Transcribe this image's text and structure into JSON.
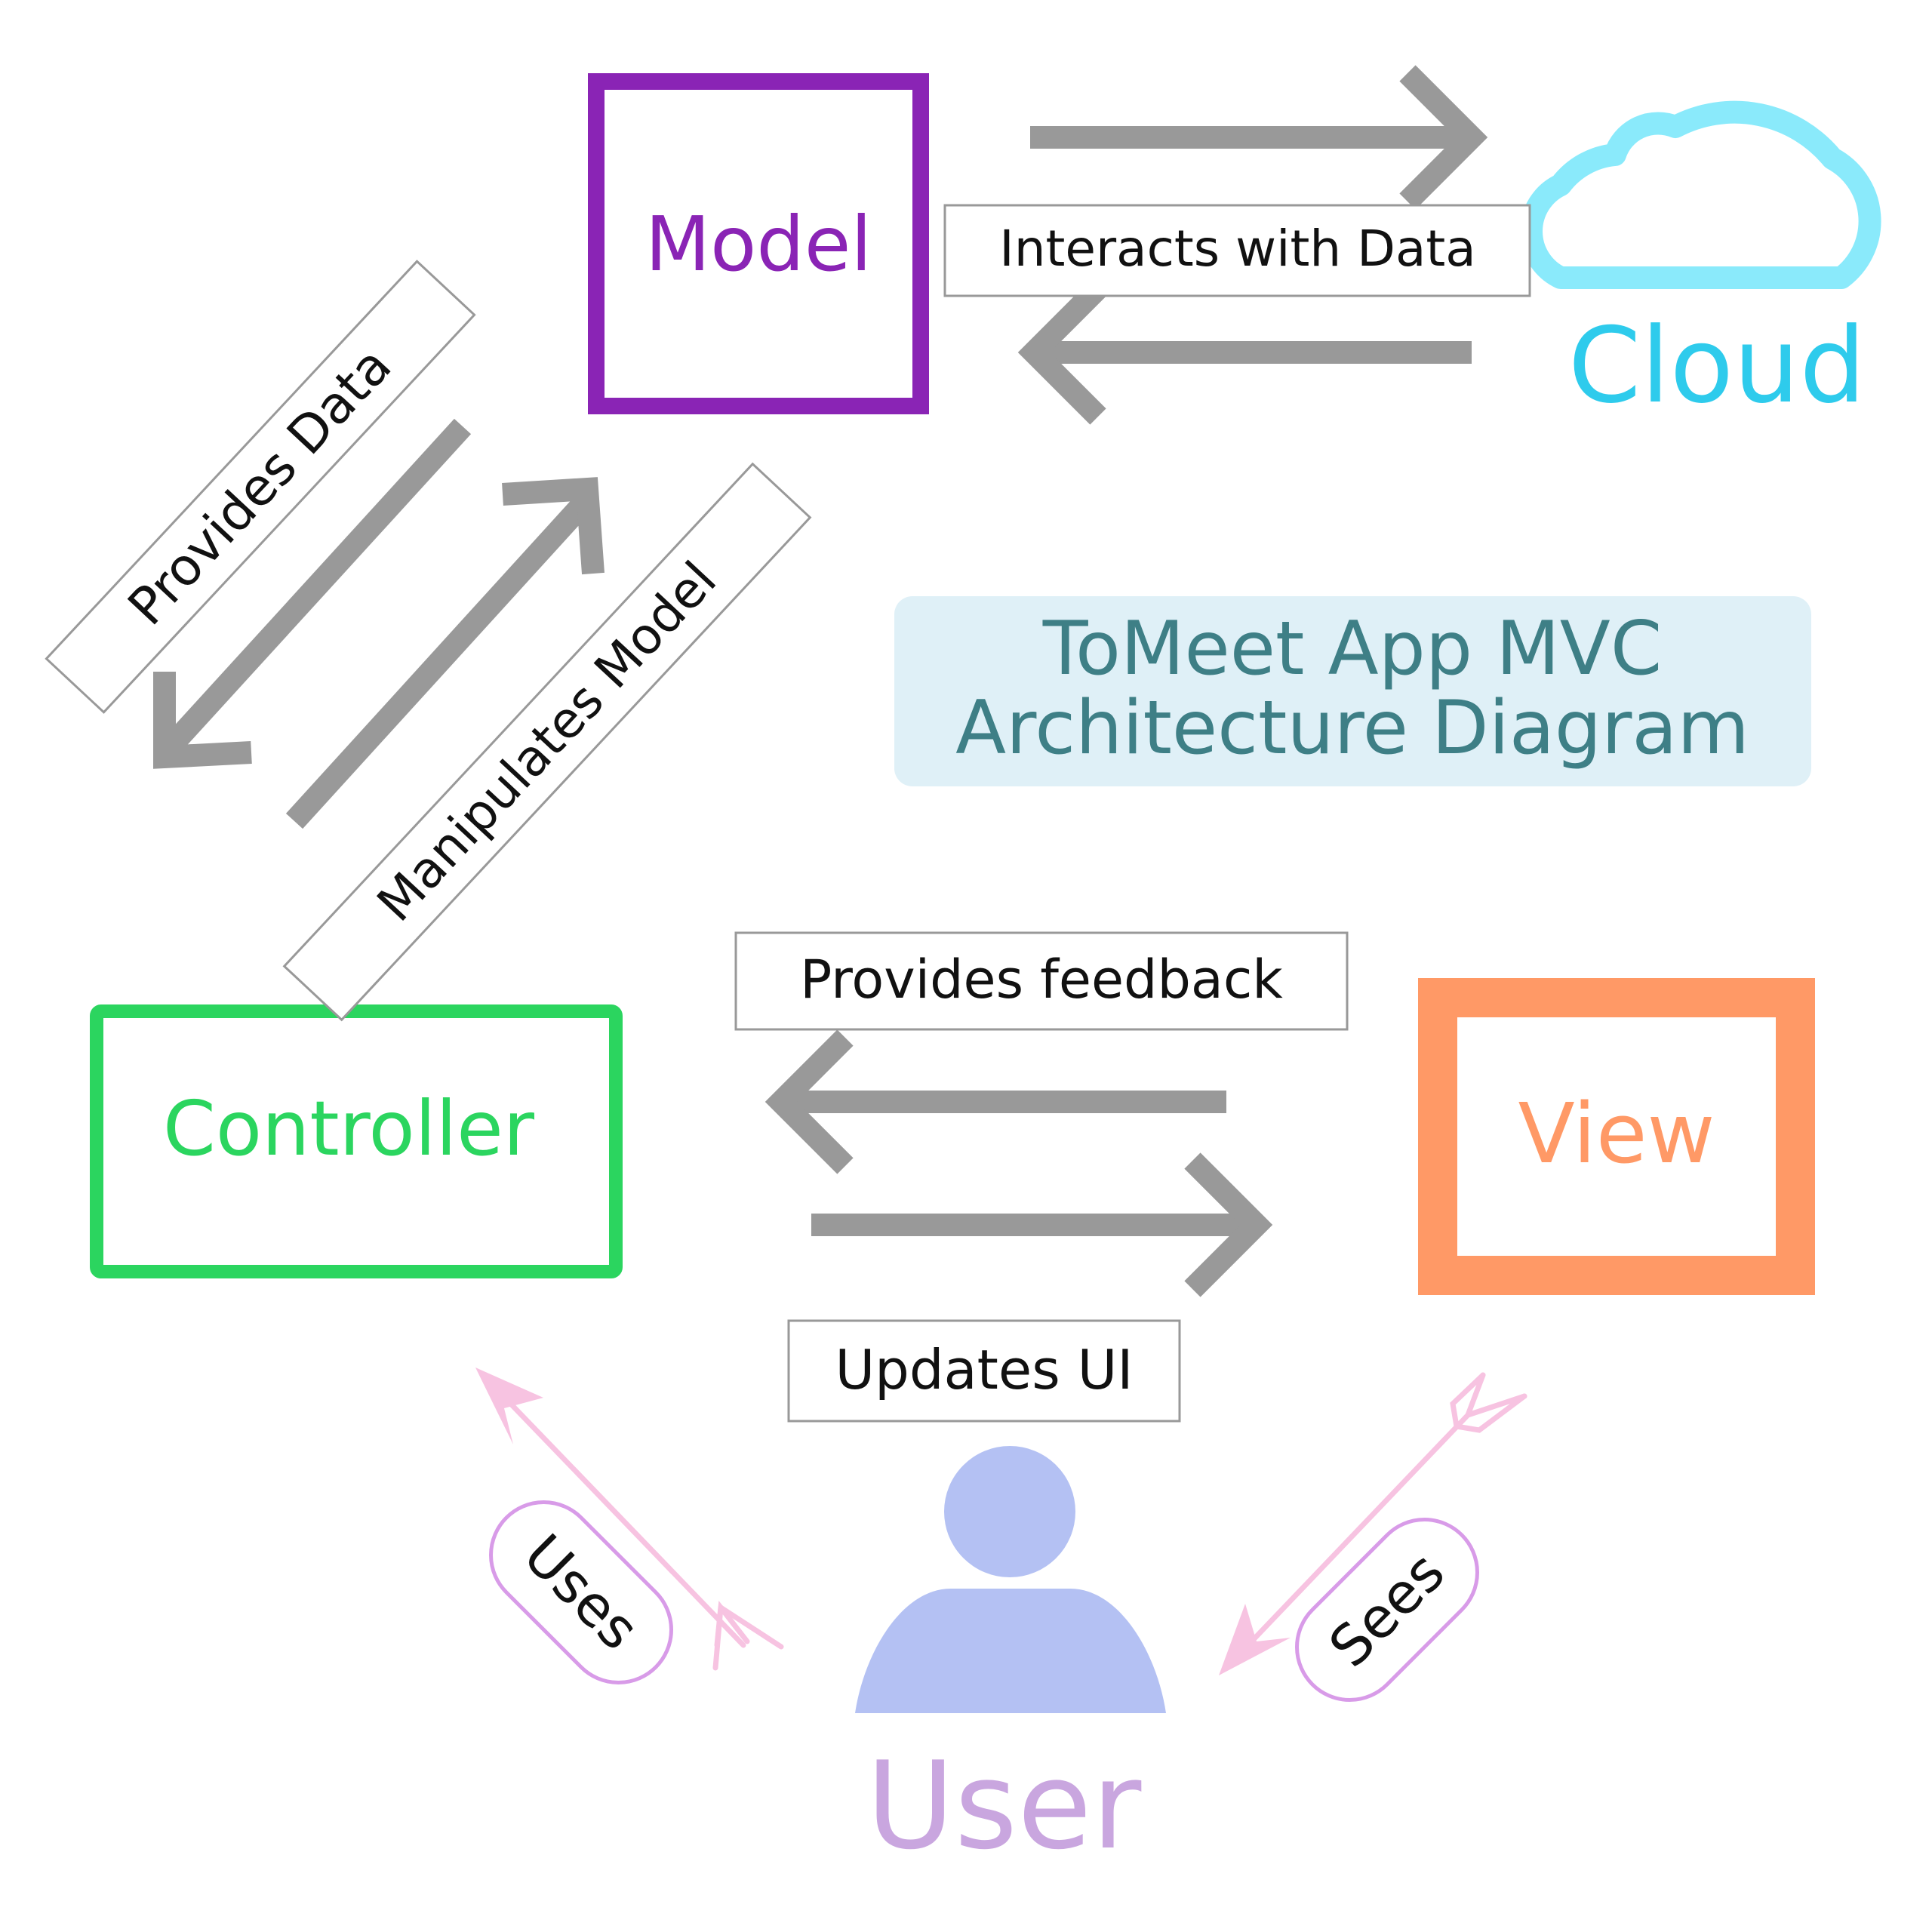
{
  "title": {
    "line1": "ToMeet App MVC",
    "line2": "Architecture Diagram"
  },
  "nodes": {
    "model": {
      "label": "Model",
      "color": "#8a24b5"
    },
    "controller": {
      "label": "Controller",
      "color": "#2bd55f"
    },
    "view": {
      "label": "View",
      "color": "#ff9966"
    },
    "cloud": {
      "label": "Cloud",
      "color": "#2ecbec",
      "icon": "cloud-icon"
    },
    "user": {
      "label": "User",
      "color": "#c9a6df",
      "icon": "user-icon"
    }
  },
  "edges": {
    "model_cloud": "Interacts with Data",
    "model_controller": "Provides Data",
    "controller_model": "Manipulates Model",
    "view_controller": "Provides feedback",
    "controller_view": "Updates UI",
    "user_controller": "Uses",
    "user_view": "Sees"
  },
  "colors": {
    "arrow": "#999999",
    "user_arrow": "#f7c3e1",
    "pill_border": "#d89be8",
    "title_text": "#3e7f86",
    "title_bg": "#dff0f7",
    "user_figure": "#b4c1f3",
    "cloud_stroke": "#8aeafb"
  }
}
